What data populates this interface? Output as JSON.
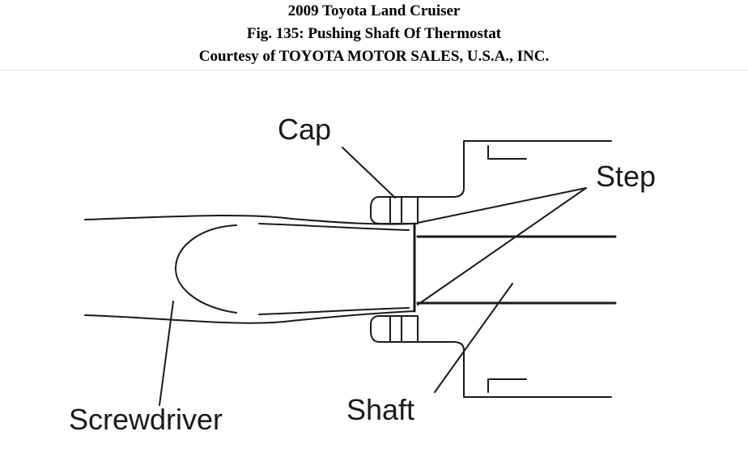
{
  "header": {
    "title": "2009 Toyota Land Cruiser",
    "figure": "Fig. 135: Pushing Shaft Of Thermostat",
    "courtesy": "Courtesy of TOYOTA MOTOR SALES, U.S.A., INC."
  },
  "labels": {
    "cap": "Cap",
    "step": "Step",
    "shaft": "Shaft",
    "screwdriver": "Screwdriver"
  },
  "colors": {
    "line": "#1a1a1a"
  }
}
